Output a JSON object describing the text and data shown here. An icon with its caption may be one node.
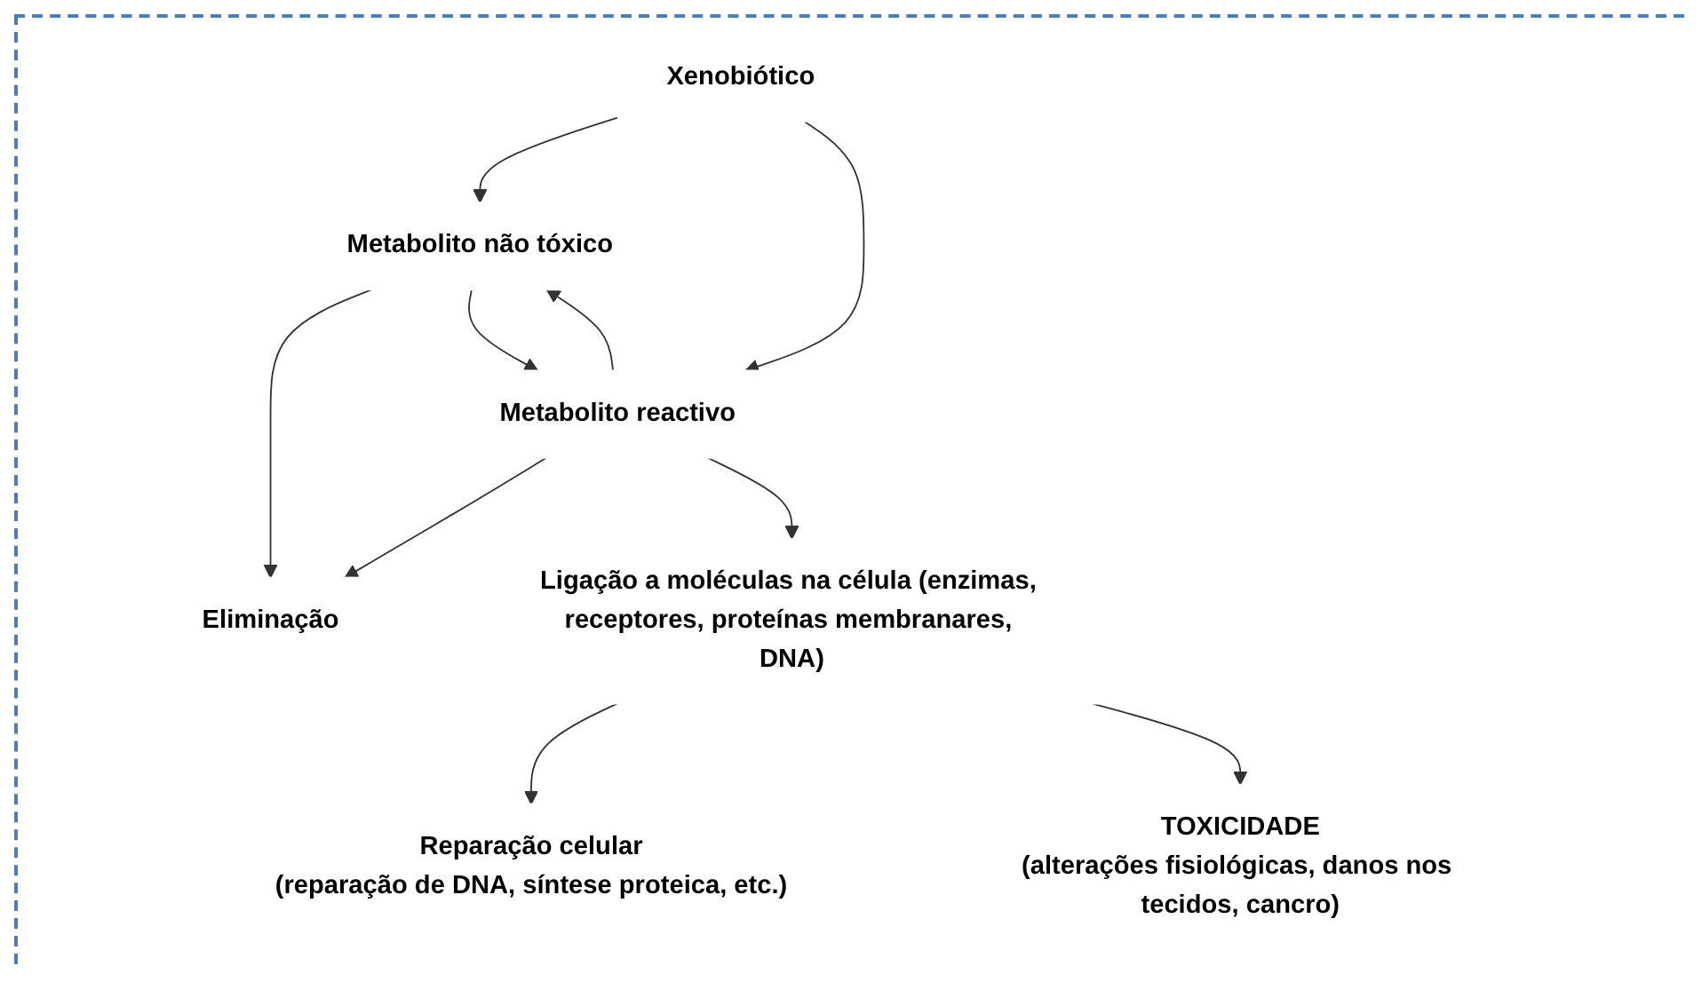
{
  "diagram": {
    "nodes": [
      {
        "text": [
          "Xenobiótico"
        ]
      },
      {
        "text": [
          "Metabolito não tóxico"
        ]
      },
      {
        "text": [
          "Eliminação"
        ]
      },
      {
        "text": [
          "Metabolito reactivo"
        ]
      },
      {
        "text": [
          "Ligação a moléculas na célula (enzimas, receptores, proteínas membranares, DNA)"
        ]
      },
      {
        "text": [
          "Reparação celular",
          "(reparação de DNA, síntese proteica, etc.)"
        ]
      },
      {
        "text": [
          "TOXICIDADE",
          "(alterações fisiológicas, danos nos tecidos, cancro)"
        ]
      }
    ],
    "edges": [
      {
        "from": 0,
        "to": 1,
        "arrow": "to"
      },
      {
        "from": 1,
        "to": 2,
        "arrow": "to"
      },
      {
        "from": 0,
        "to": 3,
        "arrow": "to"
      },
      {
        "from": 1,
        "to": 3,
        "arrow": "to"
      },
      {
        "from": 3,
        "to": 1,
        "arrow": "to"
      },
      {
        "from": 3,
        "to": 2,
        "arrow": "to"
      },
      {
        "from": 3,
        "to": 4,
        "arrow": "to"
      },
      {
        "from": 4,
        "to": 5,
        "arrow": "to"
      },
      {
        "from": 4,
        "to": 6,
        "arrow": "to"
      }
    ]
  }
}
